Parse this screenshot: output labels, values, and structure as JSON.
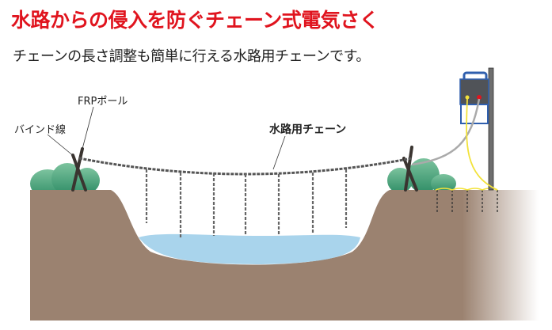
{
  "header": {
    "title": "水路からの侵入を防ぐチェーン式電気さく",
    "subtitle": "チェーンの長さ調整も簡単に行える水路用チェーンです。"
  },
  "labels": {
    "pole": "FRPポール",
    "bind_wire": "バインド線",
    "chain": "水路用チェーン"
  },
  "colors": {
    "title": "#e0141e",
    "ground": "#9b8270",
    "water": "#a9d4ec",
    "bush": "#3f9f78",
    "energizer": "#2f5fae"
  }
}
